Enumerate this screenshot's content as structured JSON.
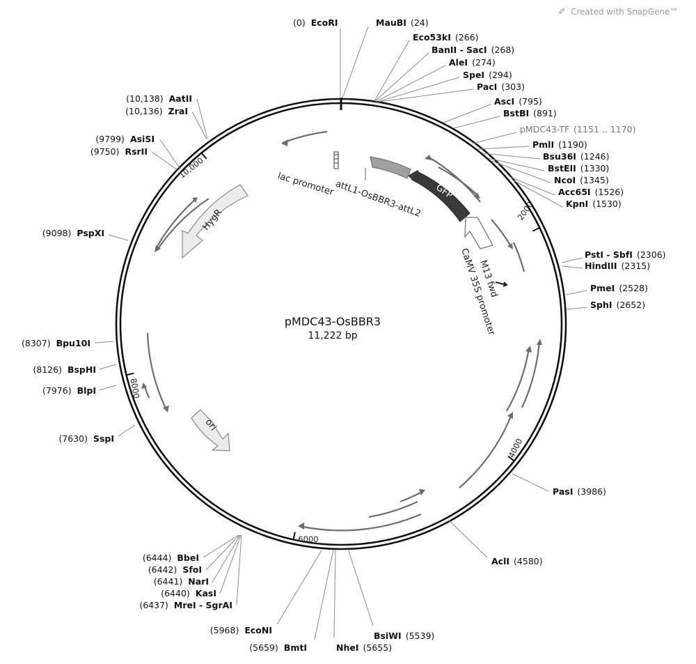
{
  "credit": "Created with SnapGene™",
  "plasmid": {
    "name": "pMDC43-OsBBR3",
    "size_label": "11,222 bp"
  },
  "features": {
    "gfp": "GFP",
    "hygr": "HygR",
    "ori": "ori",
    "attl": "attL1-OsBBR3-attL2",
    "lac": "lac promoter",
    "camv": "CaMV 35S promoter",
    "m13": "M13 fwd"
  },
  "ticks": [
    "2000",
    "4000",
    "6000",
    "8000",
    "10,000"
  ],
  "sites": [
    {
      "name": "EcoRI",
      "pos": "(0)"
    },
    {
      "name": "MauBI",
      "pos": "(24)"
    },
    {
      "name": "Eco53kI",
      "pos": "(266)"
    },
    {
      "name": "BanII - SacI",
      "pos": "(268)"
    },
    {
      "name": "AleI",
      "pos": "(274)"
    },
    {
      "name": "SpeI",
      "pos": "(294)"
    },
    {
      "name": "PacI",
      "pos": "(303)"
    },
    {
      "name": "AscI",
      "pos": "(795)"
    },
    {
      "name": "BstBI",
      "pos": "(891)"
    },
    {
      "name": "pMDC43-TF",
      "pos": "(1151 .. 1170)"
    },
    {
      "name": "PmlI",
      "pos": "(1190)"
    },
    {
      "name": "Bsu36I",
      "pos": "(1246)"
    },
    {
      "name": "BstEII",
      "pos": "(1330)"
    },
    {
      "name": "NcoI",
      "pos": "(1345)"
    },
    {
      "name": "Acc65I",
      "pos": "(1526)"
    },
    {
      "name": "KpnI",
      "pos": "(1530)"
    },
    {
      "name": "PstI - SbfI",
      "pos": "(2306)"
    },
    {
      "name": "HindIII",
      "pos": "(2315)"
    },
    {
      "name": "PmeI",
      "pos": "(2528)"
    },
    {
      "name": "SphI",
      "pos": "(2652)"
    },
    {
      "name": "PasI",
      "pos": "(3986)"
    },
    {
      "name": "AclI",
      "pos": "(4580)"
    },
    {
      "name": "BsiWI",
      "pos": "(5539)"
    },
    {
      "name": "NheI",
      "pos": "(5655)"
    },
    {
      "name": "BmtI",
      "pos": "(5659)"
    },
    {
      "name": "EcoNI",
      "pos": "(5968)"
    },
    {
      "name": "MreI - SgrAI",
      "pos": "(6437)"
    },
    {
      "name": "KasI",
      "pos": "(6440)"
    },
    {
      "name": "NarI",
      "pos": "(6441)"
    },
    {
      "name": "SfoI",
      "pos": "(6442)"
    },
    {
      "name": "BbeI",
      "pos": "(6444)"
    },
    {
      "name": "SspI",
      "pos": "(7630)"
    },
    {
      "name": "BlpI",
      "pos": "(7976)"
    },
    {
      "name": "BspHI",
      "pos": "(8126)"
    },
    {
      "name": "Bpu10I",
      "pos": "(8307)"
    },
    {
      "name": "PspXI",
      "pos": "(9098)"
    },
    {
      "name": "RsrII",
      "pos": "(9750)"
    },
    {
      "name": "AsiSI",
      "pos": "(9799)"
    },
    {
      "name": "ZraI",
      "pos": "(10,136)"
    },
    {
      "name": "AatII",
      "pos": "(10,138)"
    }
  ]
}
